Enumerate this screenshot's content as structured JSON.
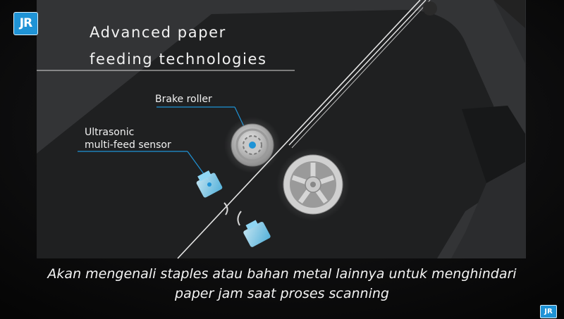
{
  "logo": {
    "text": "JR"
  },
  "heading": {
    "line1": "Advanced paper",
    "line2": "feeding technologies"
  },
  "callouts": {
    "brake_roller": "Brake roller",
    "sensor_line1": "Ultrasonic",
    "sensor_line2": "multi-feed sensor"
  },
  "subtitle": {
    "line1": "Akan mengenali staples atau bahan metal lainnya untuk menghindari",
    "line2": "paper jam saat proses scanning"
  },
  "colors": {
    "accent_blue": "#1f93d6",
    "sensor_blue": "#7fd0f2",
    "panel": "#3a3b3d"
  },
  "icons": [
    "brake-roller-icon",
    "feed-roller-icon",
    "ultrasonic-sensor-icon"
  ]
}
